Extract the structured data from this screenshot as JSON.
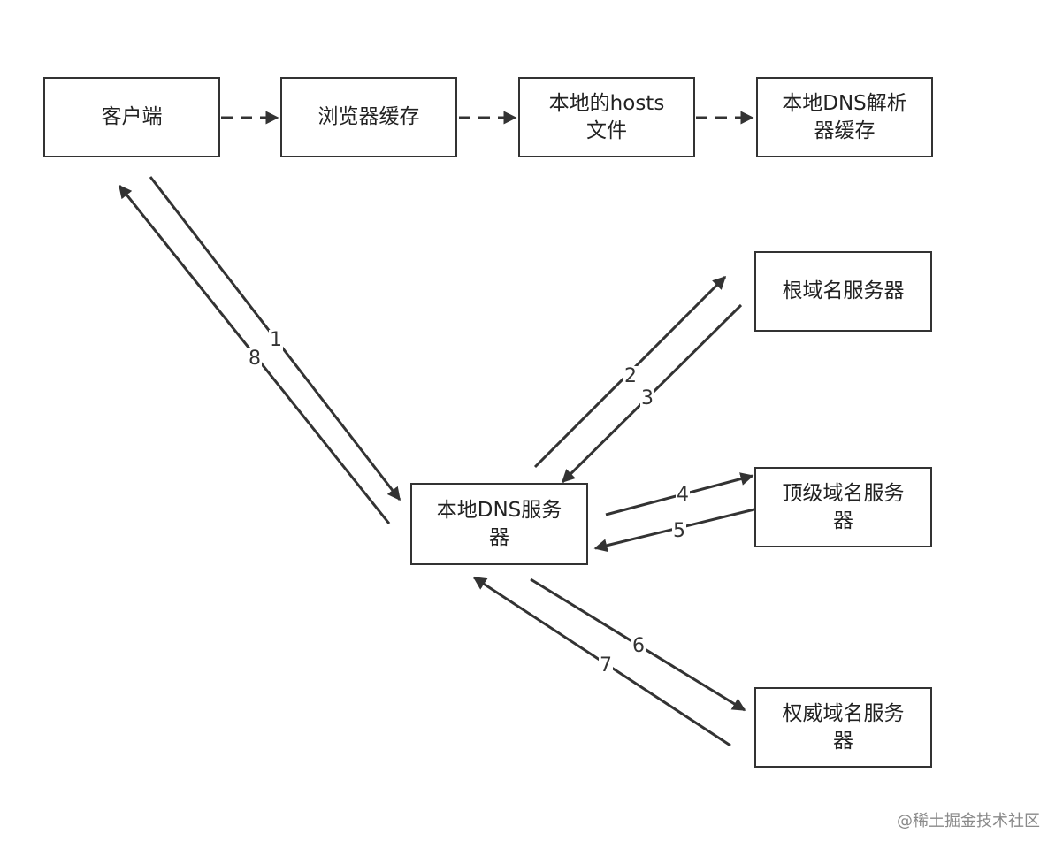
{
  "boxes": {
    "client": "客户端",
    "browser_cache": "浏览器缓存",
    "hosts_file": "本地的hosts\n文件",
    "local_dns_cache": "本地DNS解析\n器缓存",
    "root_server": "根域名服务器",
    "local_dns_server": "本地DNS服务\n器",
    "tld_server": "顶级域名服务\n器",
    "auth_server": "权威域名服务\n器"
  },
  "steps": [
    "1",
    "2",
    "3",
    "4",
    "5",
    "6",
    "7",
    "8"
  ],
  "watermark": "@稀土掘金技术社区",
  "colors": {
    "line": "#333333",
    "text": "#222222"
  }
}
